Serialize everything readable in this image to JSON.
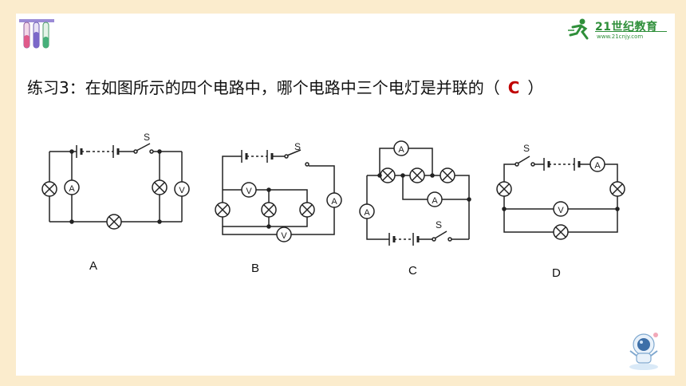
{
  "header": {
    "brand_name": "21世纪教育",
    "brand_url": "www.21cnjy.com"
  },
  "question": {
    "prefix": "练习3：在如图所示的四个电路中，哪个电路中三个电灯是并联的（",
    "answer": "C",
    "suffix": "）"
  },
  "circuits": {
    "a": {
      "label": "A",
      "switch": "S",
      "ammeter": "A",
      "voltmeter": "V"
    },
    "b": {
      "label": "B",
      "switch": "S",
      "ammeter": "A",
      "voltmeter": "V"
    },
    "c": {
      "label": "C",
      "switch": "S",
      "ammeter": "A"
    },
    "d": {
      "label": "D",
      "switch": "S",
      "ammeter": "A",
      "voltmeter": "V"
    }
  }
}
